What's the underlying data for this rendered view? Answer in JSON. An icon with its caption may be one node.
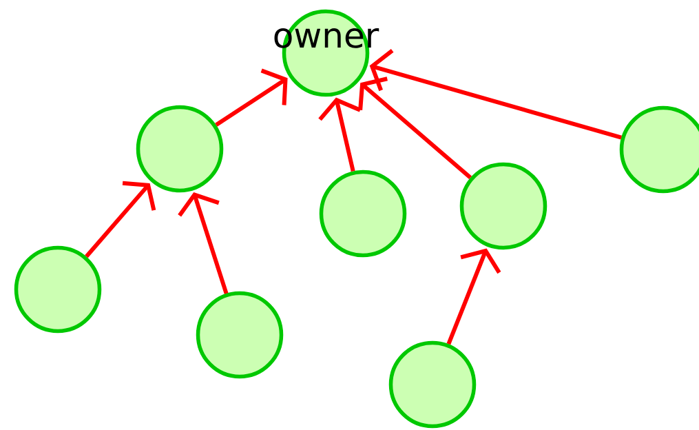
{
  "diagram": {
    "nodes": [
      {
        "text": [
          "owner"
        ]
      },
      {
        "text": [],
        "shape": "circle"
      },
      {
        "text": [],
        "shape": "circle"
      },
      {
        "text": [],
        "shape": "circle"
      },
      {
        "text": [],
        "shape": "circle"
      },
      {
        "text": [],
        "shape": "circle"
      },
      {
        "text": [],
        "shape": "circle"
      },
      {
        "text": [],
        "shape": "circle"
      }
    ],
    "edges": [
      {
        "from": 1,
        "to": 0,
        "arrow": "to"
      },
      {
        "from": 4,
        "to": 0,
        "arrow": "to"
      },
      {
        "from": 3,
        "to": 0,
        "arrow": "to"
      },
      {
        "from": 2,
        "to": 0,
        "arrow": "to"
      },
      {
        "from": 5,
        "to": 1,
        "arrow": "to"
      },
      {
        "from": 6,
        "to": 1,
        "arrow": "to"
      },
      {
        "from": 7,
        "to": 3,
        "arrow": "to"
      }
    ]
  }
}
